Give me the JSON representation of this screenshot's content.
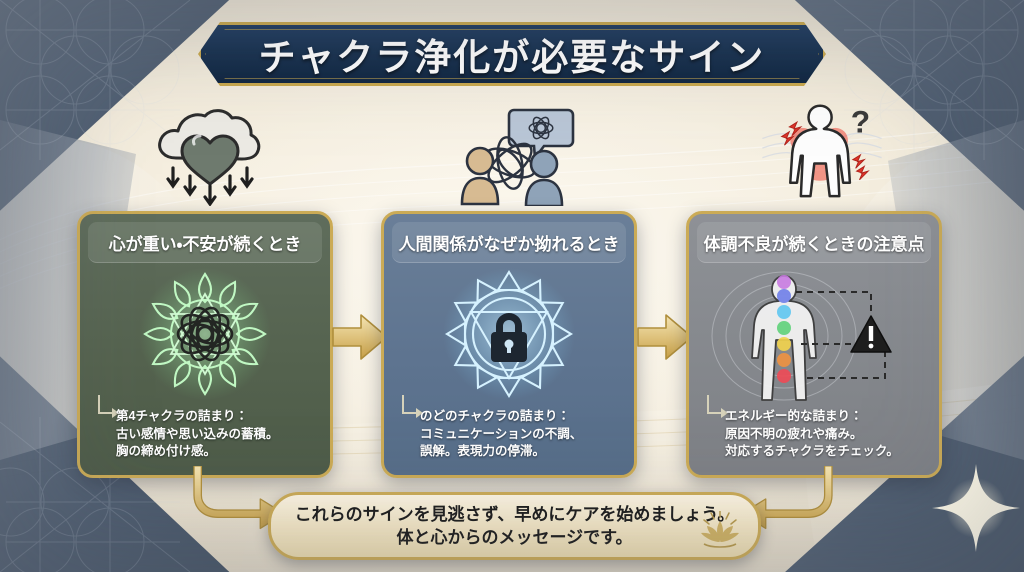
{
  "title": "チャクラ浄化が必要なサイン",
  "cards": [
    {
      "id": "card-heart-chakra",
      "header": "心が重い・不安が続くとき",
      "top_icon": "cloud-heart-down-arrows-icon",
      "art_icon": "green-lotus-mandala-tangled-knot-icon",
      "accent_color": "#7fe08a",
      "panel_color": "#55634f",
      "body_lines": [
        "第4チャクラの詰まり：",
        "古い感情や思い込みの蓄積。",
        "胸の締め付け感。"
      ]
    },
    {
      "id": "card-throat-chakra",
      "header": "人間関係がなぜか拗れるとき",
      "top_icon": "two-people-speech-bubble-knot-icon",
      "art_icon": "blue-lotus-mandala-padlock-icon",
      "accent_color": "#7fd4ff",
      "panel_color": "#5e7490",
      "body_lines": [
        "のどのチャクラの詰まり：",
        "コミュニケーションの不調、",
        "誤解。表現力の停滞。"
      ]
    },
    {
      "id": "card-body-condition",
      "header": "体調不良が続くときの注意点",
      "top_icon": "body-pain-spots-question-mark-icon",
      "art_icon": "body-seven-chakras-warning-triangle-icon",
      "accent_color": "#d9dde2",
      "panel_color": "#85888d",
      "body_lines": [
        "エネルギー的な詰まり：",
        "原因不明の疲れや痛み。",
        "対応するチャクラをチェック。"
      ]
    }
  ],
  "connectors": [
    {
      "name": "arrow-card1-to-card2",
      "icon": "right-arrow-icon"
    },
    {
      "name": "arrow-card2-to-card3",
      "icon": "right-arrow-icon"
    }
  ],
  "bottom_arrows": [
    {
      "name": "curved-arrow-left-to-banner",
      "icon": "curved-arrow-icon"
    },
    {
      "name": "curved-arrow-right-to-banner",
      "icon": "curved-arrow-icon"
    }
  ],
  "banner": {
    "line1": "これらのサインを見逃さず、早めにケアを始めましょう。",
    "line2": "体と心からのメッセージです。",
    "icon": "lotus-icon"
  },
  "colors": {
    "gold_border": "#cbab56",
    "title_plate": "#16304f",
    "title_text": "#ffffff",
    "banner_bg": "#f6e9c8",
    "background_cream": "#f3ecdc",
    "background_slate": "#46566b"
  },
  "decorations": {
    "sparkle": "sparkle-icon"
  }
}
